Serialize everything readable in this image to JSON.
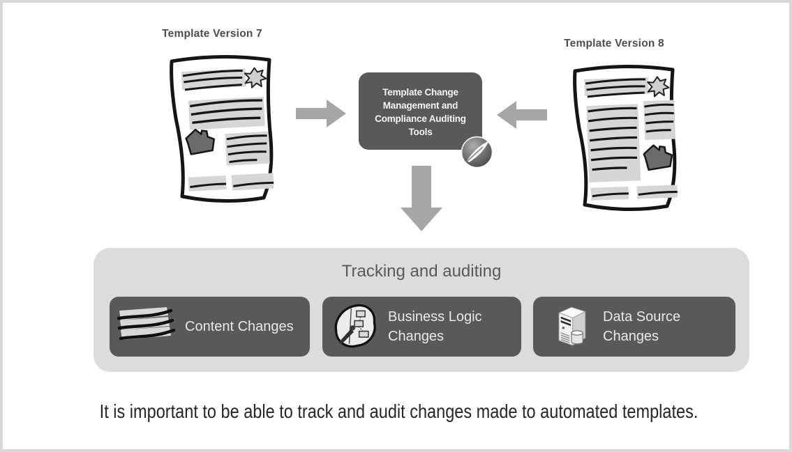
{
  "colors": {
    "box_dark": "#595959",
    "panel_light": "#dcdcdc",
    "arrow_gray": "#a6a6a6",
    "frame_border": "#d9d9d9",
    "title_gray": "#595959",
    "caption_text": "#262626"
  },
  "diagram": {
    "templates": {
      "left": {
        "label": "Template Version 7"
      },
      "right": {
        "label": "Template Version 8"
      }
    },
    "center_box": {
      "lines": [
        "Template Change",
        "Management and",
        "Compliance Auditing",
        "Tools"
      ]
    },
    "tracking_panel": {
      "title": "Tracking and auditing",
      "items": [
        {
          "label": "Content Changes",
          "icon": "content-changes-icon"
        },
        {
          "label": "Business Logic Changes",
          "icon": "business-logic-icon"
        },
        {
          "label": "Data Source Changes",
          "icon": "data-source-icon"
        }
      ]
    },
    "caption": "It is important to be able to track and audit changes made to automated templates."
  }
}
